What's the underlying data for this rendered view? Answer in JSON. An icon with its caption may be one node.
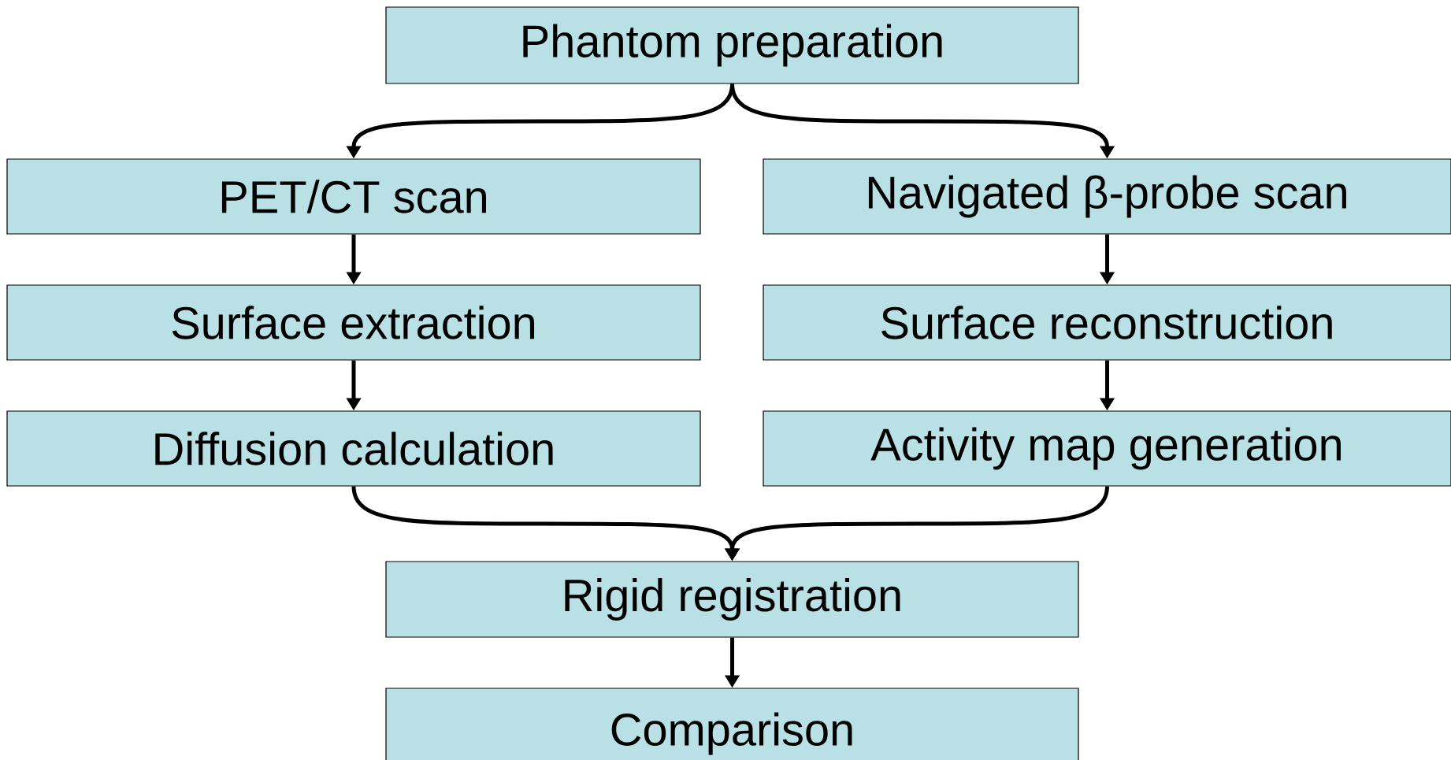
{
  "diagram": {
    "nodes": [
      {
        "text": [
          "Phantom preparation"
        ]
      },
      {
        "text": [
          "PET/CT scan"
        ]
      },
      {
        "text": [
          "Navigated β-probe scan"
        ]
      },
      {
        "text": [
          "Surface extraction"
        ]
      },
      {
        "text": [
          "Surface reconstruction"
        ]
      },
      {
        "text": [
          "Diffusion calculation"
        ]
      },
      {
        "text": [
          "Activity map generation"
        ]
      },
      {
        "text": [
          "Rigid registration"
        ]
      },
      {
        "text": [
          "Comparison"
        ]
      }
    ],
    "edges": [
      {
        "from": 0,
        "to": 1,
        "arrow": "to"
      },
      {
        "from": 0,
        "to": 2,
        "arrow": "to"
      },
      {
        "from": 1,
        "to": 3,
        "arrow": "to"
      },
      {
        "from": 3,
        "to": 5,
        "arrow": "to"
      },
      {
        "from": 2,
        "to": 4,
        "arrow": "to"
      },
      {
        "from": 4,
        "to": 6,
        "arrow": "to"
      },
      {
        "from": 5,
        "to": 7,
        "arrow": "to"
      },
      {
        "from": 6,
        "to": 7,
        "arrow": "to"
      },
      {
        "from": 7,
        "to": 8,
        "arrow": "to"
      }
    ]
  }
}
